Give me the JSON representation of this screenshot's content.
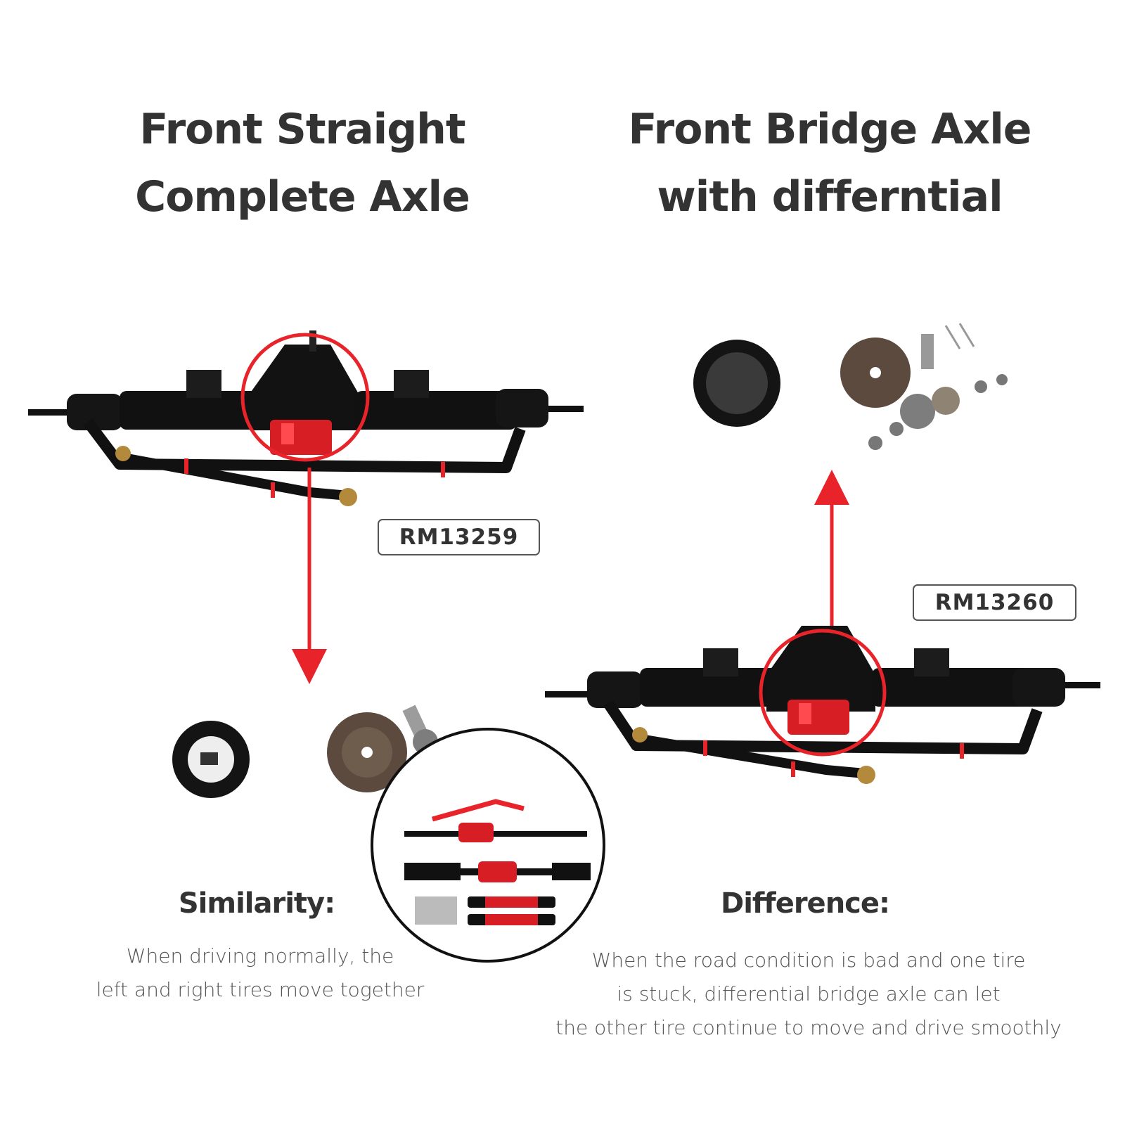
{
  "titles": {
    "left": [
      "Front Straight",
      "Complete Axle"
    ],
    "right": [
      "Front Bridge Axle",
      "with differntial"
    ]
  },
  "codes": {
    "left": "RM13259",
    "right": "RM13260"
  },
  "similarity": {
    "heading": "Similarity:",
    "lines": [
      "When driving normally, the",
      "left and right tires move together"
    ]
  },
  "difference": {
    "heading": "Difference:",
    "lines": [
      "When the road condition is bad and one tire",
      "is stuck, differential bridge axle can let",
      "the other tire continue to move and drive smoothly"
    ]
  },
  "colors": {
    "accent": "#e8232a",
    "text": "#333333",
    "part": "#111111"
  }
}
